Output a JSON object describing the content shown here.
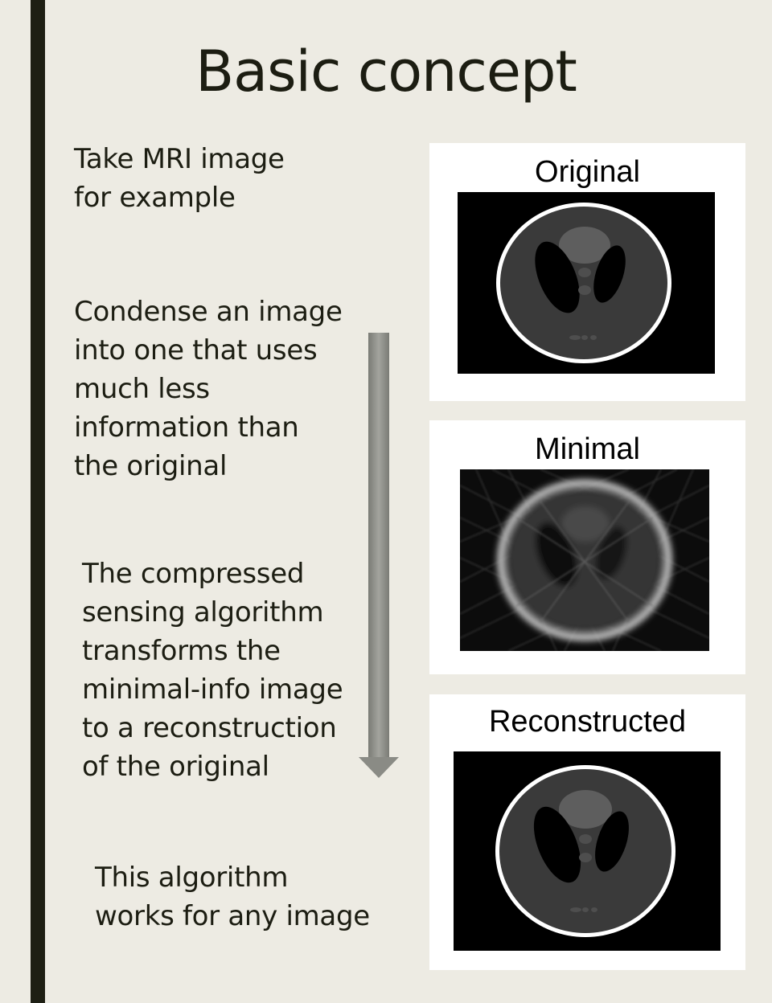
{
  "slide": {
    "title": "Basic concept",
    "paragraphs": [
      "Take MRI image\nfor example",
      "Condense an image\ninto one that uses\nmuch less\ninformation than\nthe original",
      "The compressed\nsensing algorithm\ntransforms the\nminimal-info image\nto a reconstruction\nof the original",
      "This algorithm\nworks for any image"
    ]
  },
  "panels": [
    {
      "label": "Original",
      "image": "shepp-logan-phantom-original"
    },
    {
      "label": "Minimal",
      "image": "shepp-logan-phantom-undersampled"
    },
    {
      "label": "Reconstructed",
      "image": "shepp-logan-phantom-reconstructed"
    }
  ],
  "colors": {
    "background": "#edebe3",
    "accent_bar": "#1e1f14",
    "text": "#1c1d12",
    "arrow": "#8a8b85"
  }
}
